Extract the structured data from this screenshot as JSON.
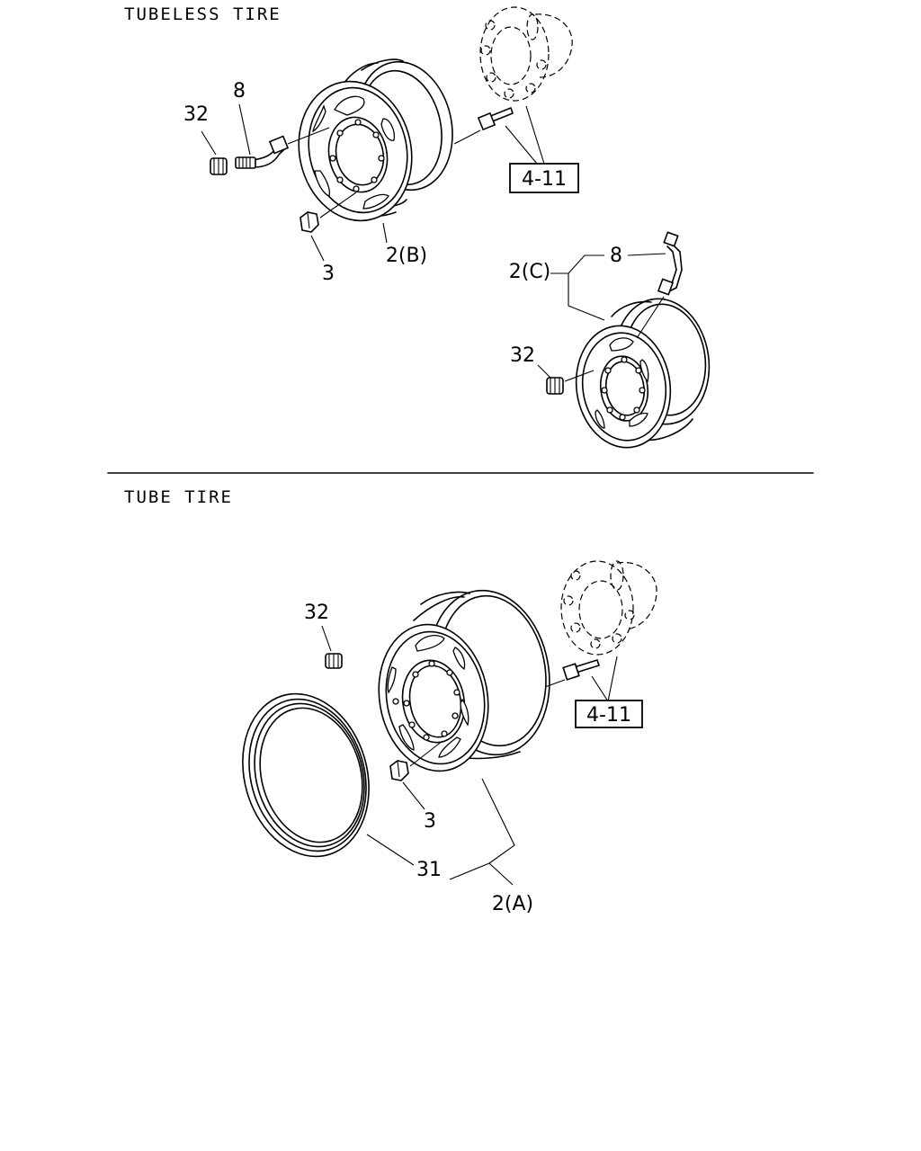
{
  "sections": {
    "tubeless_title": "TUBELESS TIRE",
    "tube_title": "TUBE TIRE"
  },
  "callouts": {
    "tubeless_cap": "32",
    "tubeless_valve": "8",
    "tubeless_nut": "3",
    "tubeless_wheel_b": "2(B)",
    "tubeless_wheel_c": "2(C)",
    "tubeless_valve_c": "8",
    "tubeless_cap_c": "32",
    "tube_cap": "32",
    "tube_nut": "3",
    "tube_flap": "31",
    "tube_wheel_a": "2(A)"
  },
  "references": {
    "tubeless_hub_ref": "4-11",
    "tube_hub_ref": "4-11"
  }
}
